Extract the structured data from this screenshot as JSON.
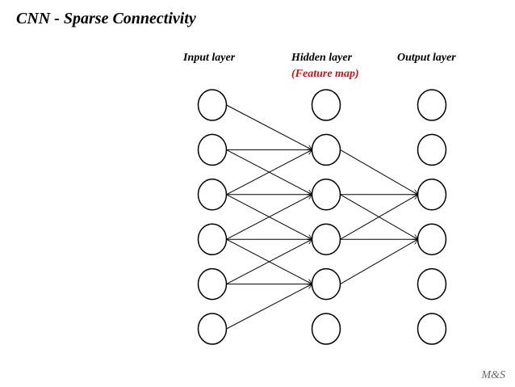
{
  "title": "CNN - Sparse Connectivity",
  "layers": {
    "input": {
      "label": "Input layer",
      "node_count": 6
    },
    "hidden": {
      "label": "Hidden layer",
      "sublabel": "(Feature map)",
      "node_count": 6
    },
    "output": {
      "label": "Output layer",
      "node_count": 6
    }
  },
  "connections": {
    "input_to_hidden": [
      [
        1,
        2
      ],
      [
        2,
        2
      ],
      [
        2,
        3
      ],
      [
        3,
        2
      ],
      [
        3,
        3
      ],
      [
        3,
        4
      ],
      [
        4,
        3
      ],
      [
        4,
        4
      ],
      [
        4,
        5
      ],
      [
        5,
        4
      ],
      [
        5,
        5
      ],
      [
        6,
        5
      ]
    ],
    "hidden_to_output": [
      [
        2,
        3
      ],
      [
        3,
        3
      ],
      [
        3,
        4
      ],
      [
        4,
        3
      ],
      [
        4,
        4
      ],
      [
        5,
        4
      ]
    ]
  },
  "colors": {
    "accent": "#c0161c",
    "stroke": "#000000",
    "footer": "#666666"
  },
  "footer": "M&S"
}
